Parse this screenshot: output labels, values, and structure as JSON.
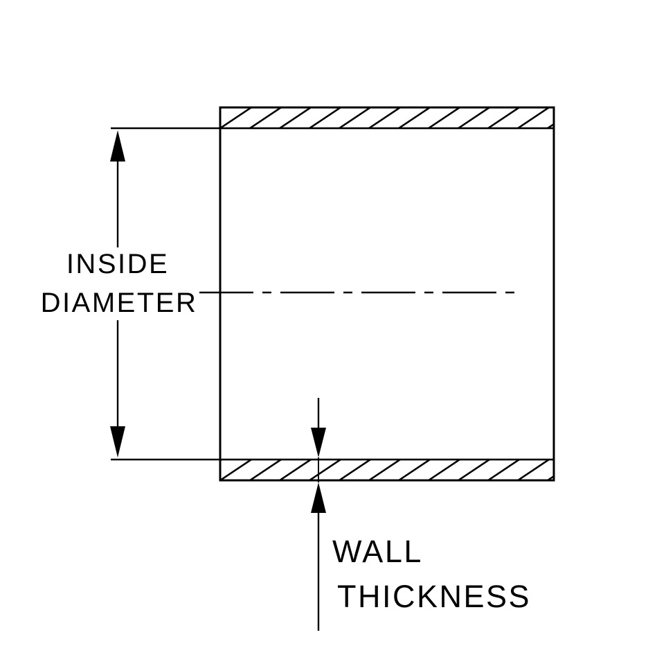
{
  "diagram": {
    "labels": {
      "inside_diameter": [
        "INSIDE",
        "DIAMETER"
      ],
      "wall_thickness": [
        "WALL",
        "THICKNESS"
      ]
    },
    "colors": {
      "line": "#000000",
      "background": "#ffffff"
    }
  }
}
